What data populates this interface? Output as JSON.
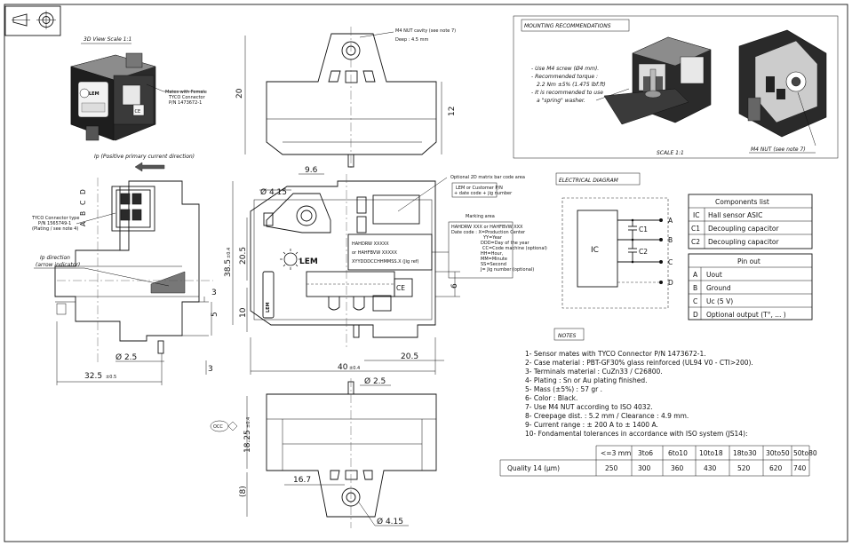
{
  "title_view_3d": "3D View Scale 1:1",
  "mates_note": [
    "Mates with Female",
    "TYCO Connector",
    "P/N 1473672-1"
  ],
  "primary_current": "Ip (Positive primary current direction)",
  "connector_type": [
    "TYCO Connector type",
    "P/N 1565749-1",
    "(Plating / see note 4)"
  ],
  "connector_pins": [
    "A",
    "B",
    "C",
    "D"
  ],
  "ip_direction": [
    "Ip direction",
    "(arrow indicator)"
  ],
  "m4_cavity": [
    "M4 NUT cavity (see note 7)",
    "Deep : 4.5 mm"
  ],
  "optional_2d": "Optional 2D matrix bar code area",
  "lem_pn": [
    "LEM or Customer P/N",
    "+ date code + jig number"
  ],
  "marking_area": {
    "title": "Marking area",
    "lines": [
      "HAHDRW XXX or HAHFBVW XXX",
      "Date code : X=Production Center",
      "YY=Year",
      "DDD=Day of the year",
      "CC=Code machine (optional)",
      "HH=Hour,",
      "MM=Minute",
      "SS=Second",
      "J= Jig number (optional)"
    ]
  },
  "label_text": [
    "HAHDRW XXXXX",
    "or HAHFBVW XXXXX",
    "XYYDDDCCHHMMSS.X (Jig ref)"
  ],
  "logo": "LEM",
  "ce_mark": "CE",
  "dims": {
    "d20": "20",
    "d12": "12",
    "d9_6": "9.6",
    "phi415_a": "Ø 4.15",
    "d38_5": "38.5",
    "d38_5_tol": "±0.4",
    "d20_5_v": "20.5",
    "d10": "10",
    "d20_5_h": "20.5",
    "d6": "6",
    "d40": "40",
    "d40_tol": "±0.4",
    "phi25_a": "Ø 2.5",
    "d3_a": "3",
    "d5": "5",
    "d3_b": "3",
    "phi25_b": "Ø 2.5",
    "d32_5": "32.5",
    "d32_5_tol": "±0.5",
    "phi25_c": "Ø 2.5",
    "d18_25": "18.25",
    "d18_25_tol": "±0.4",
    "d8": "(8)",
    "d16_7": "16.7",
    "phi415_b": "Ø 4.15",
    "occ": "OCC"
  },
  "mounting": {
    "title": "MOUNTING RECOMMENDATIONS",
    "notes": [
      "- Use M4 screw (Ø4 mm).",
      "- Recommended torque :",
      "2.2 Nm ±5% (1.475 lbf.ft)",
      "- It is recommended to use",
      "a \"spring\" washer."
    ],
    "scale": "SCALE 1:1",
    "m4_nut": "M4 NUT (see note 7)"
  },
  "electrical": {
    "title": "ELECTRICAL DIAGRAM",
    "ic": "IC",
    "c1": "C1",
    "c2": "C2",
    "pins": [
      "A",
      "B",
      "C",
      "D"
    ]
  },
  "components": {
    "title": "Components list",
    "rows": [
      [
        "IC",
        "Hall sensor ASIC"
      ],
      [
        "C1",
        "Decoupling capacitor"
      ],
      [
        "C2",
        "Decoupling capacitor"
      ]
    ]
  },
  "pinout": {
    "title": "Pin out",
    "rows": [
      [
        "A",
        "Uout"
      ],
      [
        "B",
        "Ground"
      ],
      [
        "C",
        "Uc (5 V)"
      ],
      [
        "D",
        "Optional output (T°, ... )"
      ]
    ]
  },
  "notes": {
    "title": "NOTES",
    "items": [
      "1- Sensor mates with TYCO Connector P/N 1473672-1.",
      "2- Case material : PBT-GF30% glass reinforced (UL94 V0 - CTI>200).",
      "3- Terminals material : CuZn33 / C26800.",
      "4- Plating : Sn or Au plating finished.",
      "5- Mass (±5%) : 57 gr .",
      "6- Color : Black.",
      "7- Use M4 NUT according to ISO 4032.",
      "8- Creepage dist. : 5.2 mm / Clearance : 4.9 mm.",
      "9- Current range : ± 200 A to ± 1400 A.",
      "10- Fondamental tolerances in accordance with ISO system (JS14):"
    ]
  },
  "tolerance_table": {
    "header": [
      "",
      "<=3 mm",
      "3to6",
      "6to10",
      "10to18",
      "18to30",
      "30to50",
      "50to80"
    ],
    "row": [
      "Quality 14 (μm)",
      "250",
      "300",
      "360",
      "430",
      "520",
      "620",
      "740"
    ]
  }
}
